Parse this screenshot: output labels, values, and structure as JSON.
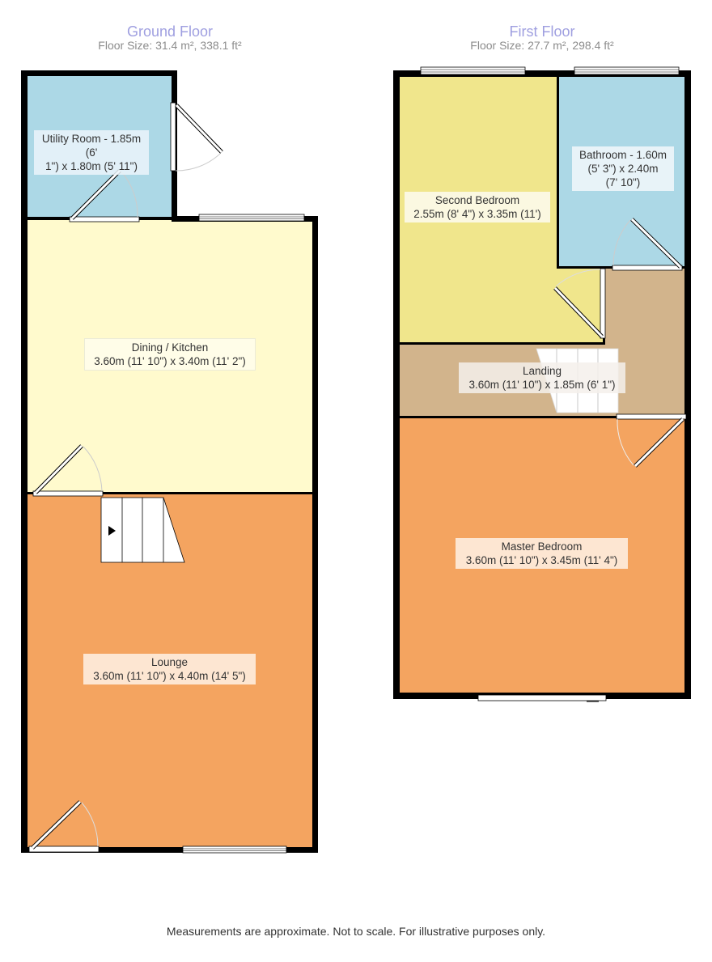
{
  "floors": {
    "ground": {
      "title": "Ground Floor",
      "size": "Floor Size: 31.4 m², 338.1 ft²",
      "rooms": [
        {
          "name": "Utility Room - 1.85m (6'",
          "dims": "1\") x 1.80m (5' 11\")",
          "color": "#acd8e6"
        },
        {
          "name": "Dining / Kitchen",
          "dims": "3.60m (11' 10\") x 3.40m (11' 2\")",
          "color": "#fffacd"
        },
        {
          "name": "Lounge",
          "dims": "3.60m (11' 10\") x 4.40m (14' 5\")",
          "color": "#f4a460"
        }
      ]
    },
    "first": {
      "title": "First Floor",
      "size": "Floor Size: 27.7 m², 298.4 ft²",
      "rooms": [
        {
          "name": "Second Bedroom",
          "dims": "2.55m (8' 4\") x 3.35m (11')",
          "color": "#f0e68c"
        },
        {
          "name": "Bathroom - 1.60m",
          "dims": "(5' 3\") x 2.40m",
          "dims2": "(7' 10\")",
          "color": "#acd8e6"
        },
        {
          "name": "Landing",
          "dims": "3.60m (11' 10\") x 1.85m (6' 1\")",
          "color": "#d2b48c"
        },
        {
          "name": "Master Bedroom",
          "dims": "3.60m (11' 10\") x 3.45m (11' 4\")",
          "color": "#f4a460"
        }
      ]
    }
  },
  "colors": {
    "wall": "#000000",
    "title": "#9f9fe0",
    "subtitle": "#8c8c8c",
    "text": "#333333"
  },
  "icons": {
    "stairs_direction": "triangle-right-arrow"
  },
  "footer": "Measurements are approximate. Not to scale. For illustrative purposes only."
}
